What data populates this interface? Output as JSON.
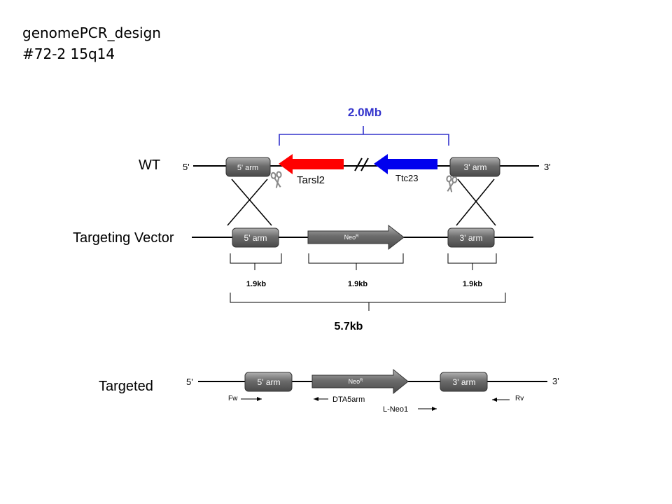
{
  "title": {
    "line1": "genomePCR_design",
    "line2": "#72-2  15q14"
  },
  "colors": {
    "red_gene": "#ff0000",
    "blue_gene": "#0000ee",
    "bracket_blue": "#3333cc",
    "box": "#707070"
  },
  "wt": {
    "label": "WT",
    "end5": "5'",
    "end3": "3'",
    "arm5": "5' arm",
    "arm3": "3' arm",
    "span": "2.0Mb",
    "gene_left": "Tarsl2",
    "gene_right": "Ttc23"
  },
  "vector": {
    "label": "Targeting Vector",
    "arm5": "5' arm",
    "neo": "Neo",
    "neo_sup": "R",
    "arm3": "3' arm",
    "size_arm5": "1.9kb",
    "size_neo": "1.9kb",
    "size_arm3": "1.9kb",
    "size_total": "5.7kb"
  },
  "targeted": {
    "label": "Targeted",
    "end5": "5'",
    "end3": "3'",
    "arm5": "5' arm",
    "neo": "Neo",
    "neo_sup": "R",
    "arm3": "3' arm",
    "primers": {
      "fw": "Fw",
      "dta": "DTA5arm",
      "lneo": "L-Neo1",
      "rv": "Rv"
    }
  }
}
